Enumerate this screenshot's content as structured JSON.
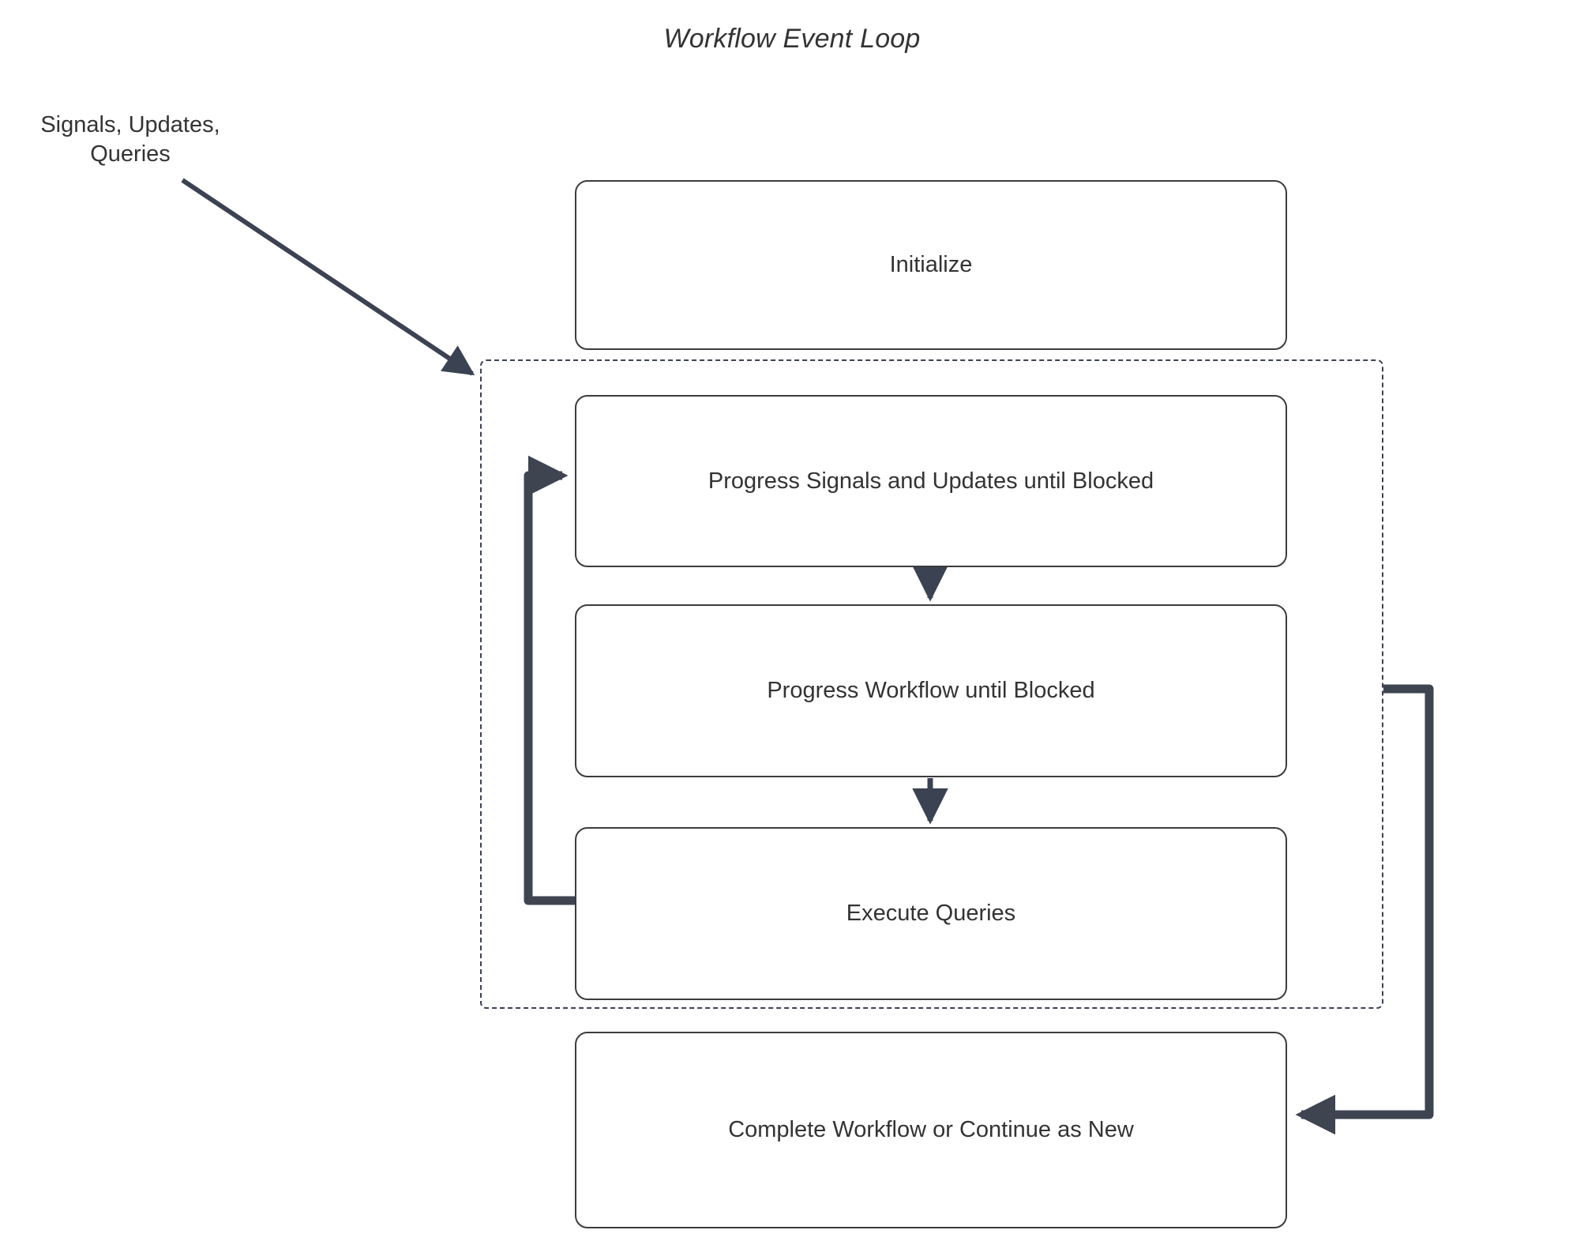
{
  "diagram": {
    "title": "Workflow Event Loop",
    "type": "flowchart",
    "external_label": "Signals, Updates,\nQueries",
    "container": {
      "name": "event-loop-container",
      "style": "dashed",
      "label": ""
    },
    "nodes": [
      {
        "id": "initialize",
        "label": "Initialize"
      },
      {
        "id": "progress_su",
        "label": "Progress Signals and Updates until Blocked"
      },
      {
        "id": "progress_wf",
        "label": "Progress Workflow until Blocked"
      },
      {
        "id": "exec_queries",
        "label": "Execute Queries"
      },
      {
        "id": "complete",
        "label": "Complete Workflow or Continue as New"
      }
    ],
    "edges": [
      {
        "from": "external_input",
        "to": "event-loop-container",
        "label": "",
        "style": "thin-arrow"
      },
      {
        "from": "progress_su",
        "to": "progress_wf",
        "label": "",
        "style": "thin-arrow"
      },
      {
        "from": "progress_wf",
        "to": "exec_queries",
        "label": "",
        "style": "thin-arrow"
      },
      {
        "from": "exec_queries",
        "to": "progress_su",
        "label": "",
        "style": "thick-loop-left"
      },
      {
        "from": "event-loop-container",
        "to": "complete",
        "label": "",
        "style": "thick-loop-right"
      }
    ],
    "colors": {
      "node_border": "#3c3c3c",
      "node_fill": "#ffffff",
      "text": "#333333",
      "edge_thin": "#3b4252",
      "edge_thick": "#3e4450",
      "container_border": "#3b4252",
      "background": "#ffffff"
    }
  }
}
